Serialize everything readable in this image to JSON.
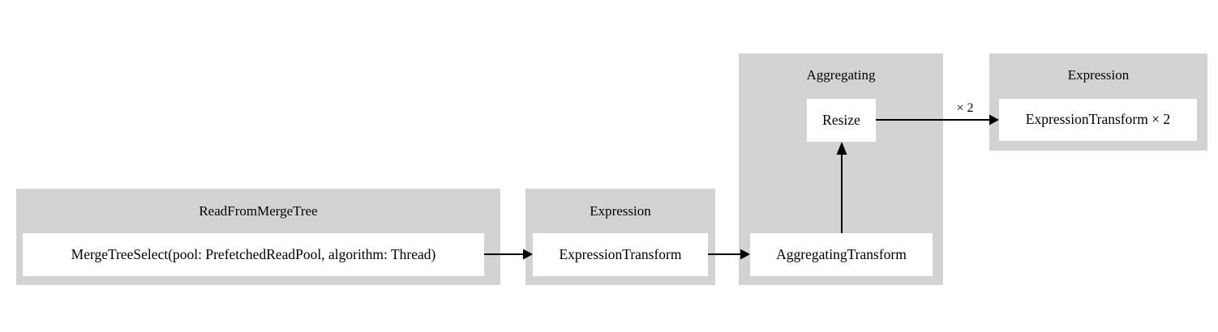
{
  "diagram": {
    "type": "query-pipeline-graph",
    "background_color": "#ffffff",
    "cluster_color": "#d3d3d3",
    "node_color": "#ffffff",
    "edge_color": "#000000",
    "clusters": [
      {
        "id": "read-from-merge-tree",
        "label": "ReadFromMergeTree",
        "nodes": [
          {
            "id": "merge-tree-select",
            "label": "MergeTreeSelect(pool: PrefetchedReadPool, algorithm: Thread)"
          }
        ]
      },
      {
        "id": "expression-1",
        "label": "Expression",
        "nodes": [
          {
            "id": "expression-transform",
            "label": "ExpressionTransform"
          }
        ]
      },
      {
        "id": "aggregating",
        "label": "Aggregating",
        "nodes": [
          {
            "id": "resize",
            "label": "Resize"
          },
          {
            "id": "aggregating-transform",
            "label": "AggregatingTransform"
          }
        ]
      },
      {
        "id": "expression-2",
        "label": "Expression",
        "nodes": [
          {
            "id": "expression-transform-x2",
            "label": "ExpressionTransform × 2"
          }
        ]
      }
    ],
    "edges": [
      {
        "id": "merge-tree-select-to-expression-transform",
        "from": "merge-tree-select",
        "to": "expression-transform",
        "label": ""
      },
      {
        "id": "expression-transform-to-aggregating-transform",
        "from": "expression-transform",
        "to": "aggregating-transform",
        "label": ""
      },
      {
        "id": "aggregating-transform-to-resize",
        "from": "aggregating-transform",
        "to": "resize",
        "label": ""
      },
      {
        "id": "resize-to-expression-transform-x2",
        "from": "resize",
        "to": "expression-transform-x2",
        "label": "× 2"
      }
    ]
  }
}
